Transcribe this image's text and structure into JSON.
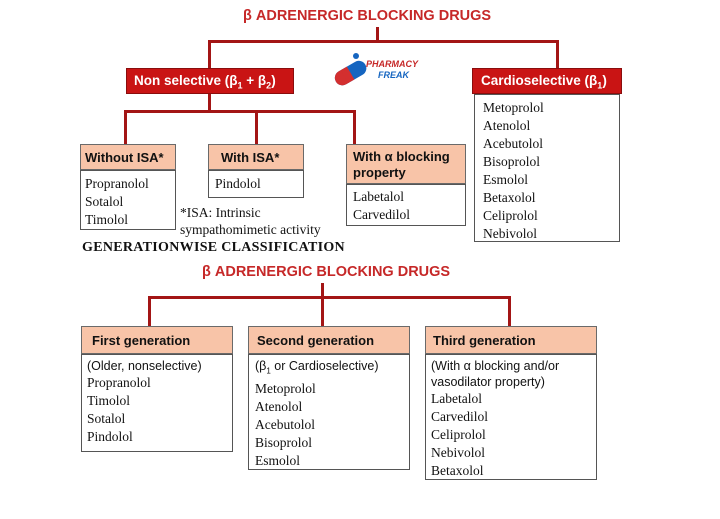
{
  "top": {
    "title": "β ADRENERGIC BLOCKING DRUGS",
    "logo_text": [
      "PHARMACY",
      "FREAK"
    ],
    "non_selective": {
      "label_main": "Non selective (β",
      "sub1": "1",
      "label_mid": " + β",
      "sub2": "2",
      "label_end": ")"
    },
    "cardioselective": {
      "label_main": "Cardioselective (β",
      "sub": "1",
      "label_end": ")",
      "drugs": [
        "Metoprolol",
        "Atenolol",
        "Acebutolol",
        "Bisoprolol",
        "Esmolol",
        "Betaxolol",
        "Celiprolol",
        "Nebivolol"
      ]
    },
    "groups": [
      {
        "label": "Without ISA*",
        "drugs": [
          "Propranolol",
          "Sotalol",
          "Timolol"
        ]
      },
      {
        "label": "With ISA*",
        "drugs": [
          "Pindolol"
        ]
      },
      {
        "label_line1": "With α blocking",
        "label_line2": "property",
        "drugs": [
          "Labetalol",
          "Carvedilol"
        ]
      }
    ],
    "footnote": [
      "*ISA: Intrinsic",
      "sympathomimetic activity"
    ]
  },
  "section_title": "GENERATIONWISE CLASSIFICATION",
  "bottom": {
    "title": "β ADRENERGIC BLOCKING DRUGS",
    "generations": [
      {
        "label": "First generation",
        "note": [
          "(Older, nonselective)"
        ],
        "drugs": [
          "Propranolol",
          "Timolol",
          "Sotalol",
          "Pindolol"
        ]
      },
      {
        "label": "Second generation",
        "note_main": "(β",
        "note_sub": "1",
        "note_end": " or Cardioselective)",
        "drugs": [
          "Metoprolol",
          "Atenolol",
          "Acebutolol",
          "Bisoprolol",
          "Esmolol"
        ]
      },
      {
        "label": "Third generation",
        "note": [
          "(With α blocking and/or",
          "vasodilator property)"
        ],
        "drugs": [
          "Labetalol",
          "Carvedilol",
          "Celiprolol",
          "Nebivolol",
          "Betaxolol"
        ]
      }
    ]
  }
}
